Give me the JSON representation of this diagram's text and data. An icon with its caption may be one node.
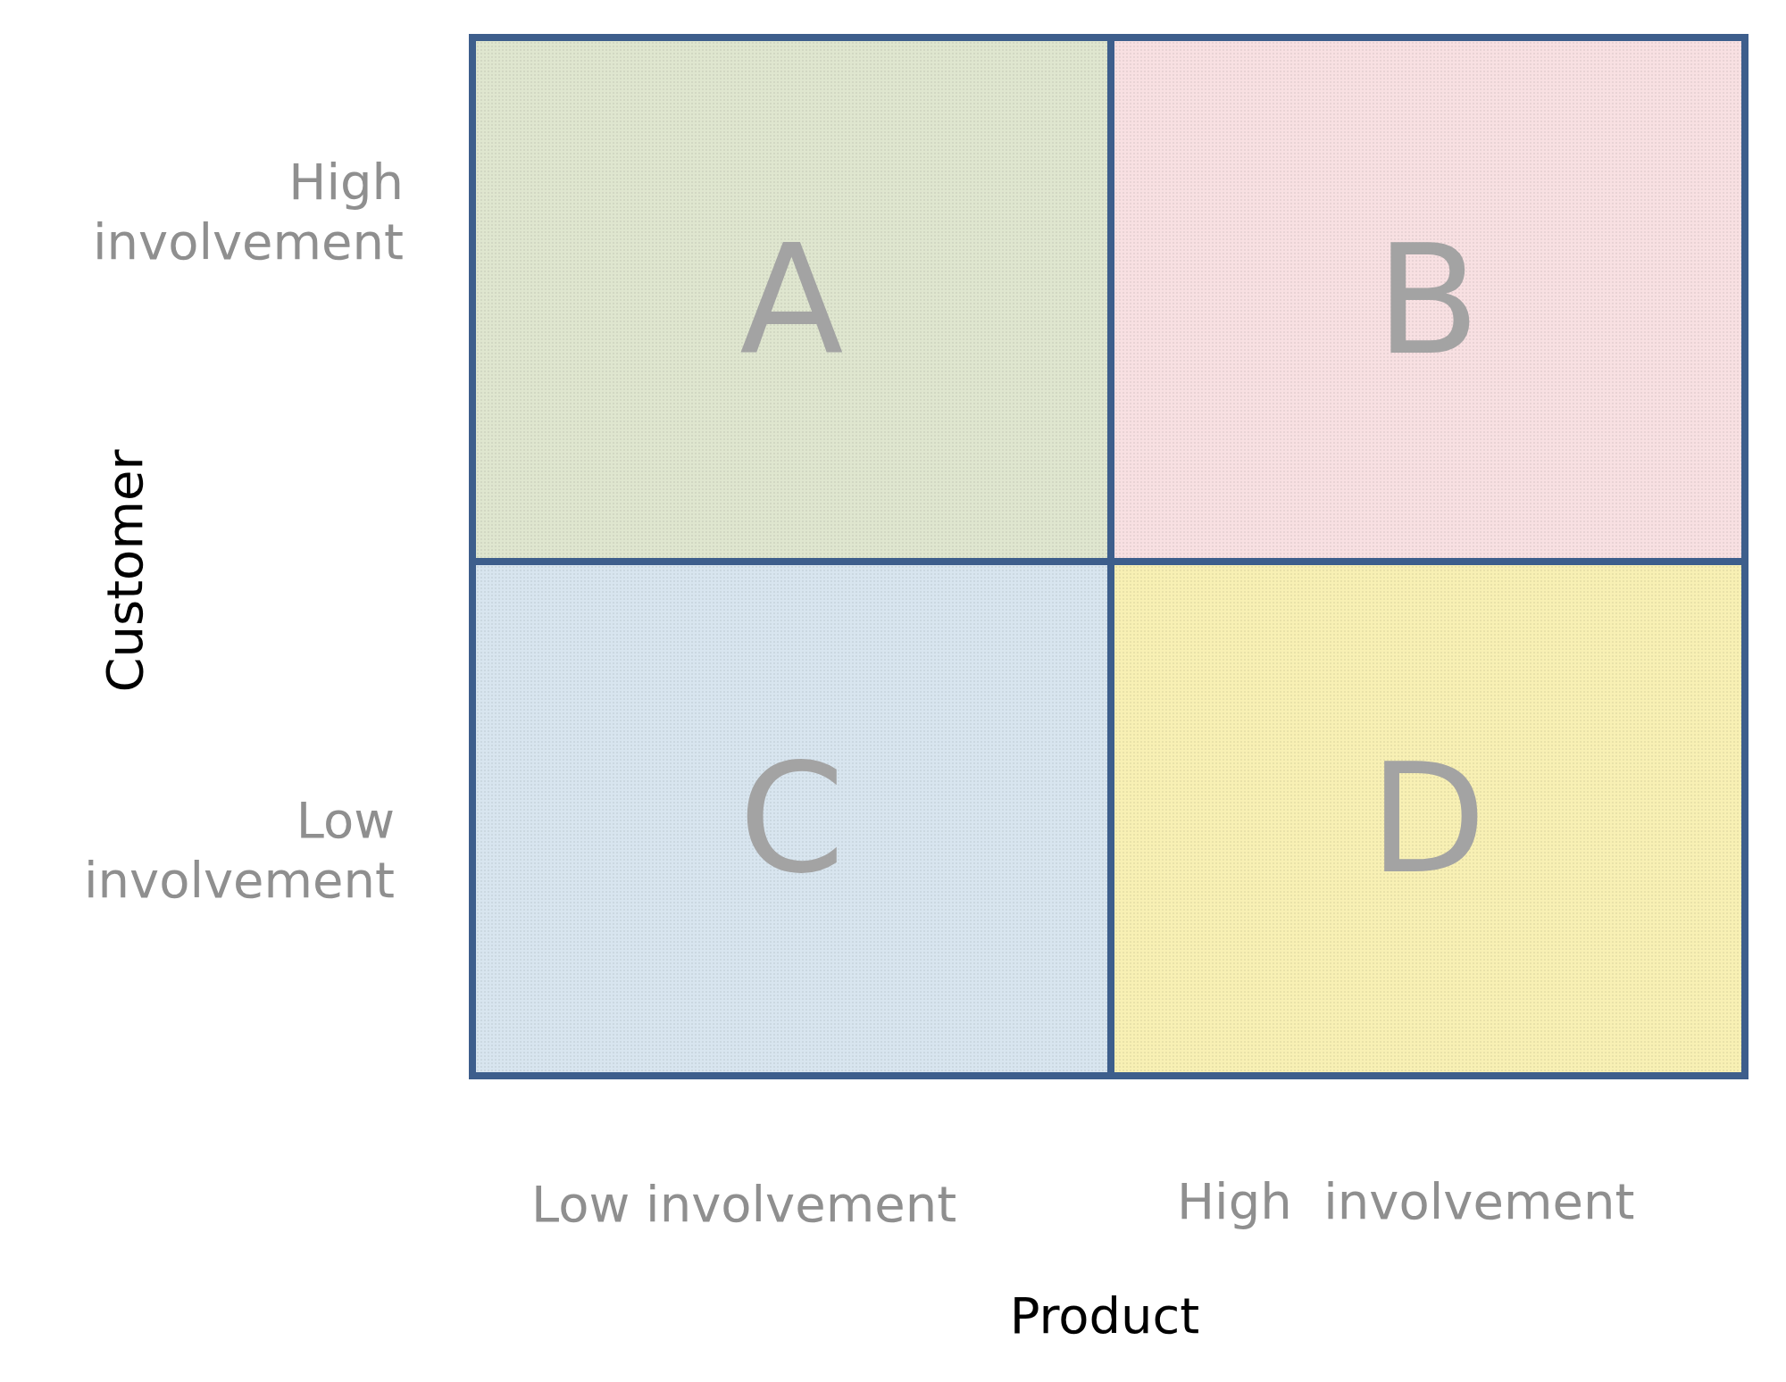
{
  "diagram": {
    "nodes": [
      {
        "text": [
          "A"
        ]
      },
      {
        "text": [
          "B"
        ]
      },
      {
        "text": [
          "C"
        ]
      },
      {
        "text": [
          "D"
        ]
      }
    ],
    "labels": [
      "High involvement",
      "Customer",
      "Low involvement",
      "Low involvement",
      "High  involvement",
      "Product"
    ]
  }
}
